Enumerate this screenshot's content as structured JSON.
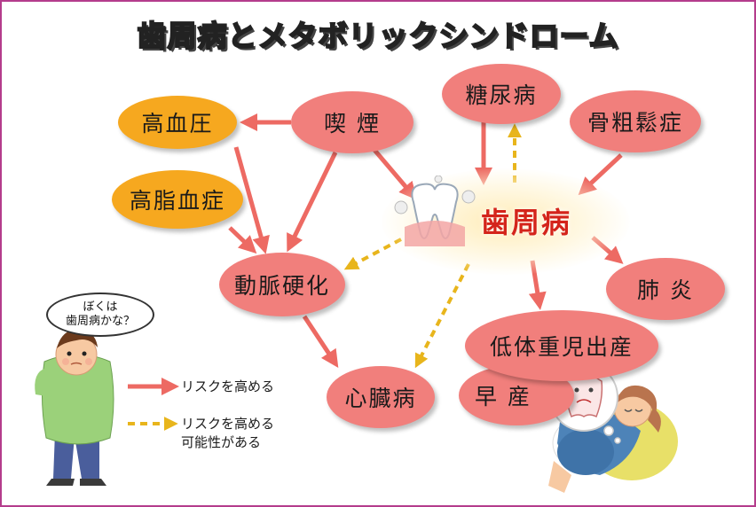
{
  "title": "歯周病とメタボリックシンドローム",
  "center": {
    "label": "歯周病",
    "icon": "tooth-icon"
  },
  "nodes": {
    "smoking": "喫 煙",
    "hypertension": "高血圧",
    "hyperlipidemia": "高脂血症",
    "diabetes": "糖尿病",
    "osteoporosis": "骨粗鬆症",
    "arteriosclerosis": "動脈硬化",
    "heart_disease": "心臓病",
    "pneumonia": "肺 炎",
    "low_birth_weight": "低体重児出産",
    "premature_birth": "早 産"
  },
  "speech_bubble": {
    "line1": "ぼくは",
    "line2": "歯周病かな？"
  },
  "legend": {
    "solid_label": "リスクを高める",
    "dashed_label_line1": "リスクを高める",
    "dashed_label_line2": "可能性がある"
  },
  "colors": {
    "node_red": "#f17f7c",
    "node_orange": "#f6a81f",
    "arrow_solid": "#ed6a63",
    "arrow_dashed": "#e8b51c",
    "center_text": "#d4241b",
    "frame": "#b43c8c"
  },
  "illustrations": [
    "man-icon",
    "pregnant-woman-icon",
    "thought-bubble-icon"
  ]
}
